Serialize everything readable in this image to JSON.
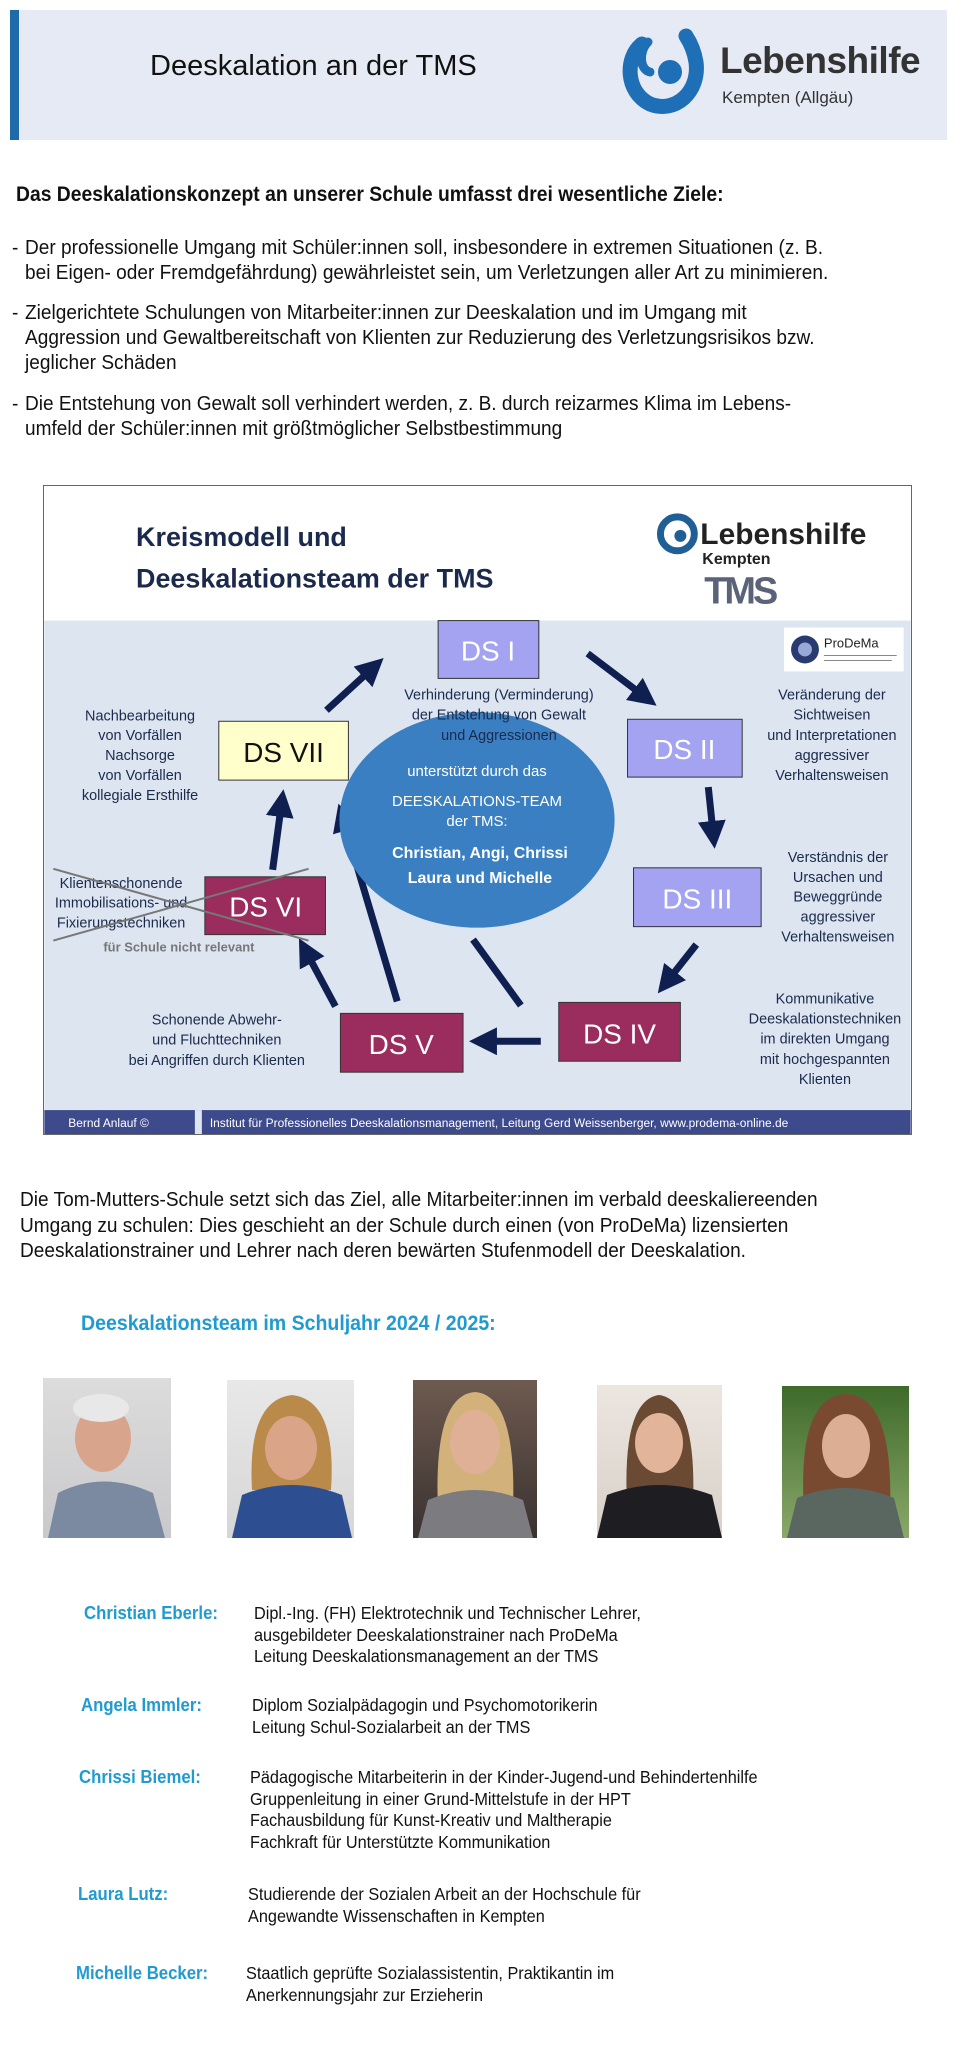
{
  "header": {
    "title": "Deeskalation an der TMS",
    "logo": {
      "name": "Lebenshilfe",
      "subtitle": "Kempten (Allgäu)"
    }
  },
  "intro": {
    "heading": "Das Deeskalationskonzept an unserer Schule umfasst drei wesentliche Ziele:",
    "bullets": [
      {
        "marker": "-",
        "lines": [
          "Der professionelle Umgang mit Schüler:innen soll, insbesondere in extremen Situationen (z. B.",
          "bei Eigen- oder Fremdgefährdung) gewährleistet sein, um Verletzungen aller Art zu minimieren."
        ]
      },
      {
        "marker": "-",
        "lines": [
          "Zielgerichtete Schulungen von Mitarbeiter:innen zur Deeskalation und im Umgang mit",
          "Aggression und Gewaltbereitschaft von Klienten zur Reduzierung des Verletzungsrisikos bzw.",
          "jeglicher Schäden"
        ]
      },
      {
        "marker": "-",
        "lines": [
          "Die Entstehung von Gewalt soll verhindert werden, z. B. durch reizarmes Klima im Lebens-",
          "umfeld der Schüler:innen mit größtmöglicher Selbstbestimmung"
        ]
      }
    ]
  },
  "diagram": {
    "title_lines": [
      "Kreismodell und",
      "Deeskalationsteam der TMS"
    ],
    "logo_name": "Lebenshilfe",
    "logo_sub": "Kempten",
    "tms_logo": "TMS",
    "prodema_logo": "ProDeMa",
    "stages": {
      "ds1": "DS I",
      "ds2": "DS II",
      "ds3": "DS III",
      "ds4": "DS IV",
      "ds5": "DS V",
      "ds6": "DS VI",
      "ds7": "DS VII"
    },
    "descriptions": {
      "ds1": [
        "Verhinderung (Verminderung)",
        "der Entstehung von Gewalt",
        "und Aggressionen"
      ],
      "ds2": [
        "Veränderung der",
        "Sichtweisen",
        "und Interpretationen",
        "aggressiver",
        "Verhaltensweisen"
      ],
      "ds3": [
        "Verständnis der",
        "Ursachen und",
        "Beweggründe",
        "aggressiver",
        "Verhaltensweisen"
      ],
      "ds4": [
        "Kommunikative",
        "Deeskalationstechniken",
        "im direkten Umgang",
        "mit hochgespannten",
        "Klienten"
      ],
      "ds5": [
        "Schonende Abwehr-",
        "und Fluchttechniken",
        "bei Angriffen durch Klienten"
      ],
      "ds6": [
        "Klientenschonende",
        "Immobilisations- und",
        "Fixierungstechniken"
      ],
      "ds6_note": "für Schule nicht relevant",
      "ds7": [
        "Nachbearbeitung",
        "von Vorfällen",
        "Nachsorge",
        "von Vorfällen",
        "kollegiale Ersthilfe"
      ]
    },
    "center": {
      "line1": "unterstützt durch das",
      "line2": "DEESKALATIONS-TEAM",
      "line3": "der TMS:",
      "line4": "Christian, Angi, Chrissi",
      "line5": "Laura und Michelle"
    },
    "footer": {
      "author": "Bernd Anlauf ©",
      "institute": "Institut für Professionelles Deeskalationsmanagement, Leitung Gerd Weissenberger, www.prodema-online.de"
    },
    "colors": {
      "light_stage": "#a3a3f2",
      "dark_stage": "#9b2d5e",
      "final_stage": "#ffffcc",
      "ellipse": "#3a7fc1",
      "arrow": "#0f2050",
      "panel": "#dde5f1",
      "footer": "#3d4a8c"
    }
  },
  "paragraph": [
    "Die Tom-Mutters-Schule setzt sich das Ziel, alle Mitarbeiter:innen im verbald deeskaliereenden",
    "Umgang zu schulen: Dies geschieht an der Schule durch einen (von ProDeMa) lizensierten",
    "Deeskalationstrainer und Lehrer nach deren bewärten Stufenmodell der Deeskalation."
  ],
  "team": {
    "heading": "Deeskalationsteam im Schuljahr 2024 / 2025:",
    "members": [
      {
        "name": "Christian Eberle:",
        "lines": [
          "Dipl.-Ing. (FH) Elektrotechnik und Technischer Lehrer,",
          "ausgebildeter Deeskalationstrainer nach ProDeMa",
          "Leitung Deeskalationsmanagement an der TMS"
        ]
      },
      {
        "name": "Angela Immler:",
        "lines": [
          "Diplom Sozialpädagogin und Psychomotorikerin",
          "Leitung Schul-Sozialarbeit an der TMS"
        ]
      },
      {
        "name": "Chrissi Biemel:",
        "lines": [
          "Pädagogische Mitarbeiterin in der Kinder-Jugend-und Behindertenhilfe",
          "Gruppenleitung in einer Grund-Mittelstufe in der HPT",
          "Fachausbildung für Kunst-Kreativ und Maltherapie",
          "Fachkraft für Unterstützte Kommunikation"
        ]
      },
      {
        "name": "Laura Lutz:",
        "lines": [
          "Studierende der Sozialen Arbeit an der Hochschule für",
          "Angewandte Wissenschaften in Kempten"
        ]
      },
      {
        "name": "Michelle Becker:",
        "lines": [
          "Staatlich geprüfte Sozialassistentin, Praktikantin im",
          "Anerkennungsjahr zur Erzieherin"
        ]
      }
    ]
  }
}
